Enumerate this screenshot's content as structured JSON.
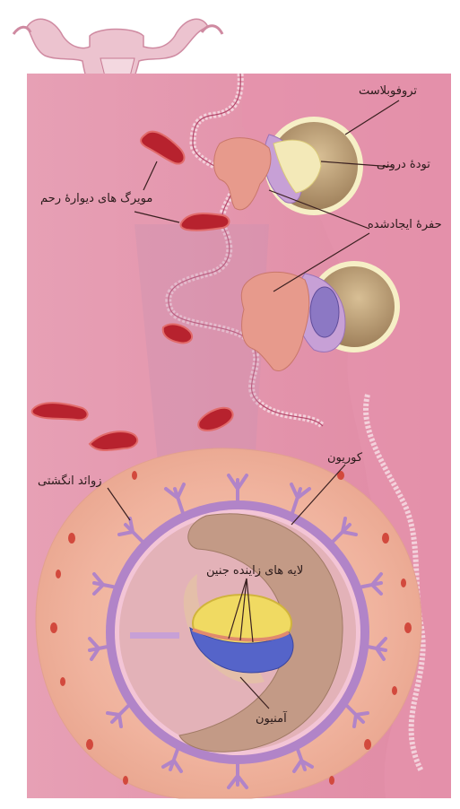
{
  "labels": {
    "trophoblast": "تروفوبلاست",
    "inner_mass": "تودهٔ درونی",
    "capillaries": "مویرگ‌ های دیوارهٔ رحم",
    "created_cavity": "حفرهٔ ایجادشده",
    "chorion": "کوریون",
    "villi": "زوائد انگشتی",
    "germ_layers": "لایه‌ های زاینده جنین",
    "amnion": "آمنیون"
  },
  "colors": {
    "uterine_wall": "#e8a3b6",
    "uterine_wall_dark": "#d98aa1",
    "capillary_red": "#b7222e",
    "trophoblast_tan": "#c7a982",
    "cavity_salmon": "#e79a8c",
    "chorion_purple": "#b184c8",
    "amnion_cavity": "#c39a86",
    "ectoderm_yellow": "#f0da62",
    "endoderm_blue": "#5564c9"
  }
}
